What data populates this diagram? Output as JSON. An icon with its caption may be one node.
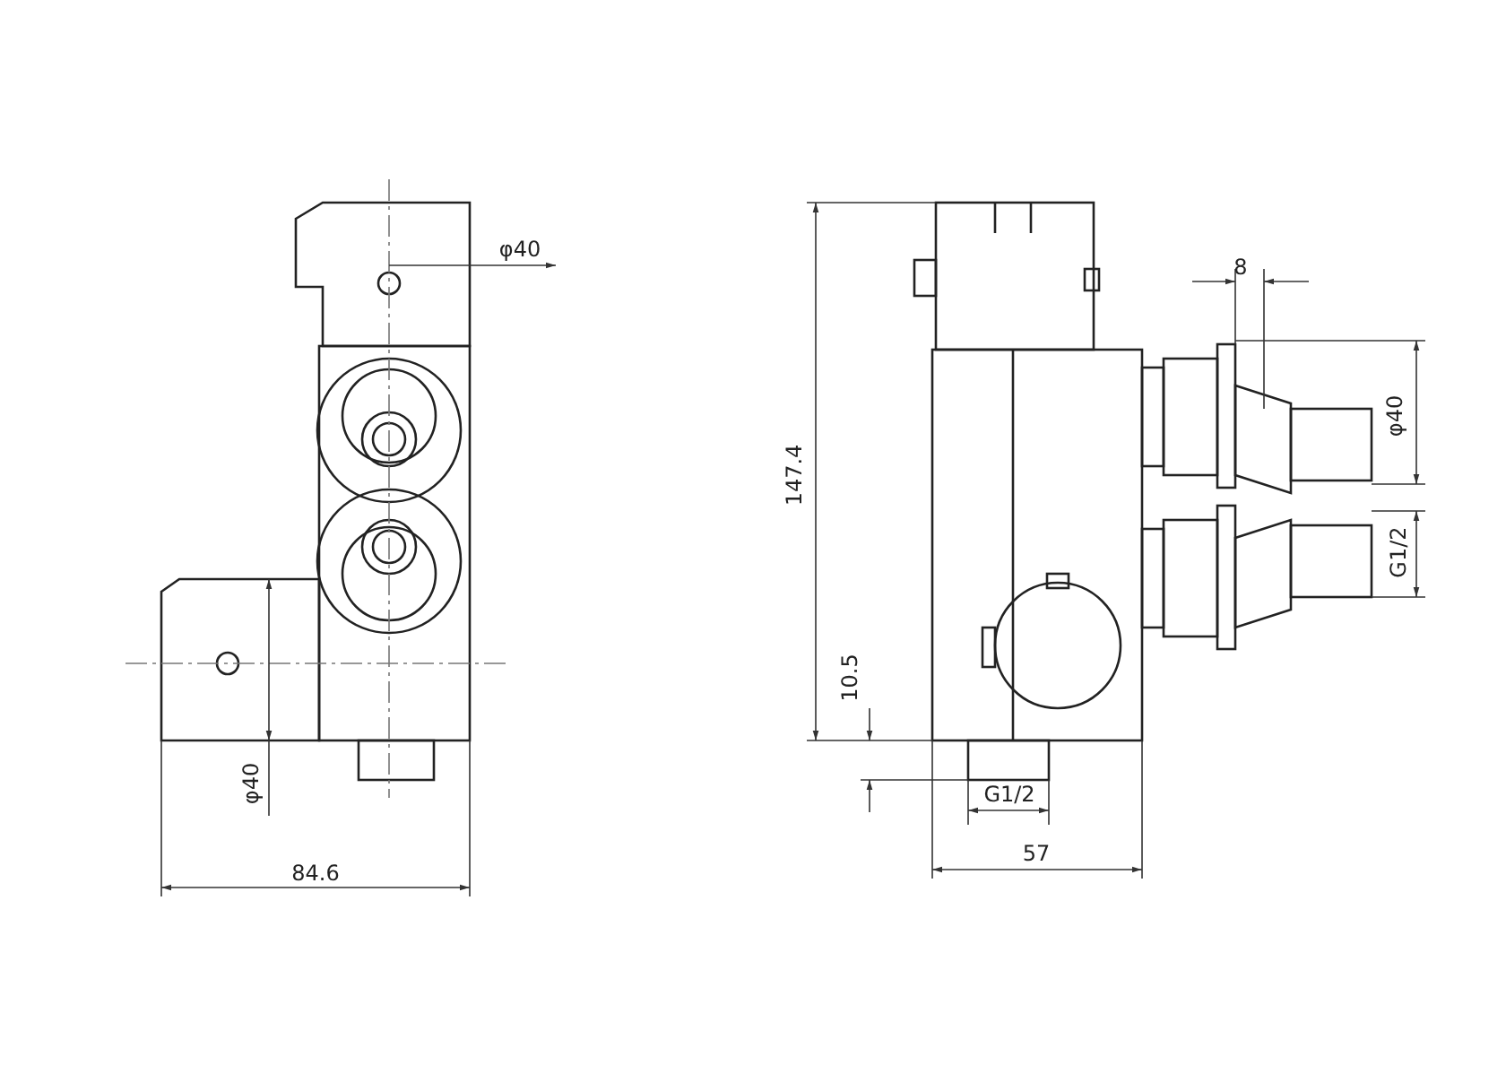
{
  "diagram": {
    "labels": [
      "φ40",
      "8",
      "φ40",
      "147.4",
      "G1/2",
      "10.5",
      "φ40",
      "G1/2",
      "57",
      "84.6"
    ]
  }
}
